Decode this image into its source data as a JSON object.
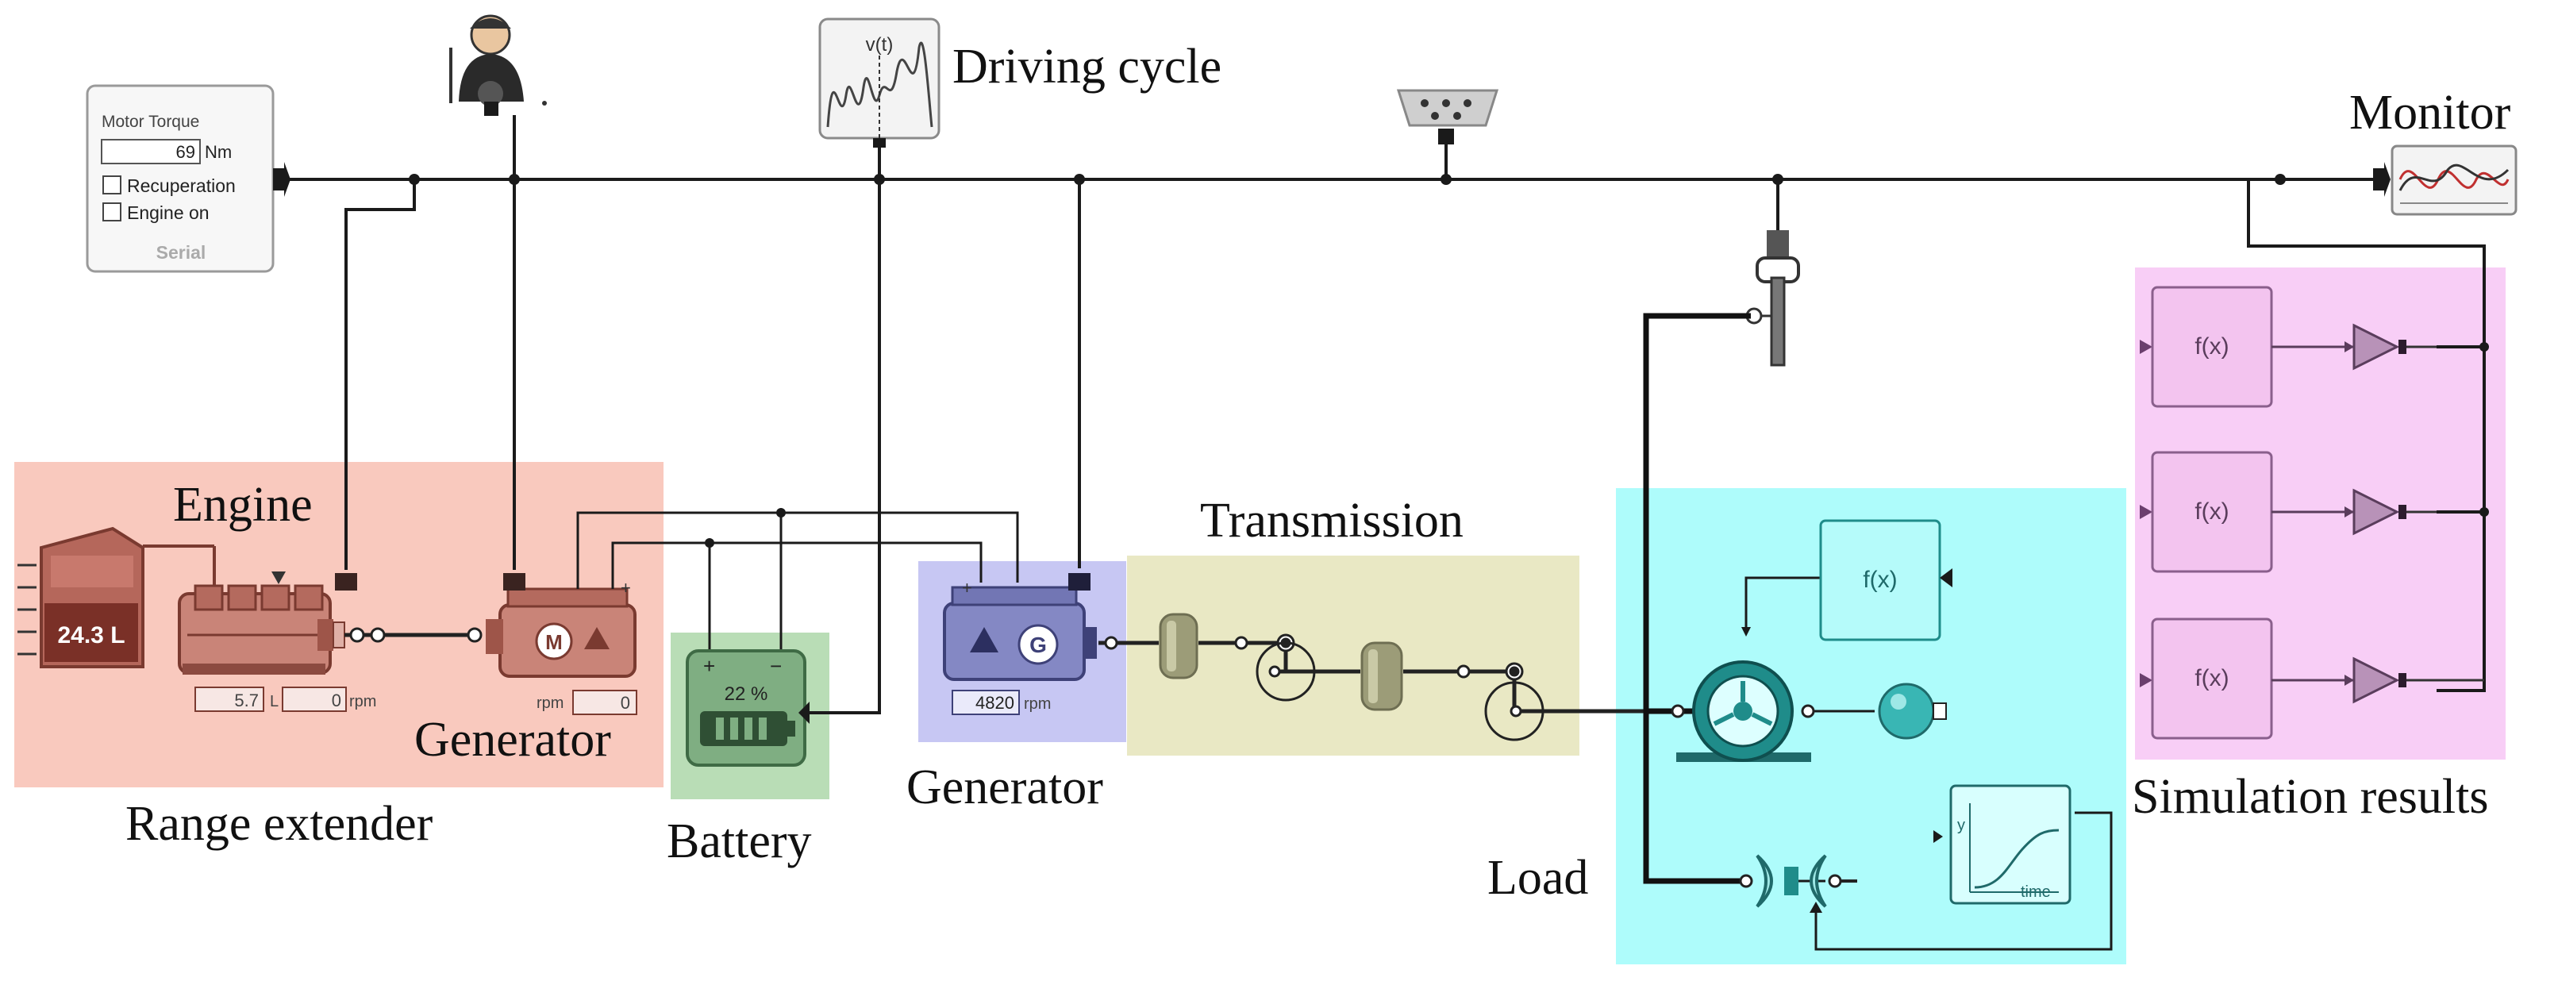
{
  "labels": {
    "driving_cycle": "Driving cycle",
    "monitor": "Monitor",
    "engine": "Engine",
    "generator_left": "Generator",
    "range_extender": "Range extender",
    "battery": "Battery",
    "generator_mid": "Generator",
    "transmission": "Transmission",
    "load": "Load",
    "simulation_results": "Simulation results"
  },
  "serial_panel": {
    "title": "Motor Torque",
    "torque_value": "69",
    "torque_unit": "Nm",
    "recuperation_label": "Recuperation",
    "engine_on_label": "Engine on",
    "footer": "Serial"
  },
  "driving_cycle_icon": {
    "label": "v(t)"
  },
  "fuel_tank": {
    "level": "24.3 L"
  },
  "engine": {
    "fuel_value": "5.7",
    "fuel_unit": "L",
    "speed_value": "0",
    "speed_unit": "rpm"
  },
  "generator_left": {
    "motor_letter": "M",
    "speed_unit": "rpm",
    "speed_value": "0",
    "plus": "+"
  },
  "battery": {
    "soc": "22 %",
    "plus": "+",
    "minus": "−"
  },
  "generator_mid": {
    "letter": "G",
    "speed_value": "4820",
    "speed_unit": "rpm",
    "plus": "+"
  },
  "load_fx": {
    "label": "f(x)"
  },
  "load_plot": {
    "y_label": "y",
    "x_label": "time"
  },
  "sim_blocks": [
    {
      "label": "f(x)"
    },
    {
      "label": "f(x)"
    },
    {
      "label": "f(x)"
    }
  ],
  "colors": {
    "range_extender_bg": "#f9c9be",
    "battery_bg": "#b9ddb6",
    "generator_bg": "#c7c7f3",
    "transmission_bg": "#e9e8c4",
    "load_bg": "#aefcfb",
    "simulation_bg": "#f8cef6",
    "engine_red": "#b45a4e",
    "generator_blue": "#5e62a0",
    "battery_green": "#3f6b45",
    "trans_olive": "#8a8a63",
    "load_teal": "#1f8c8a",
    "sim_purple": "#8a5f8c",
    "line": "#1a1a1a"
  }
}
